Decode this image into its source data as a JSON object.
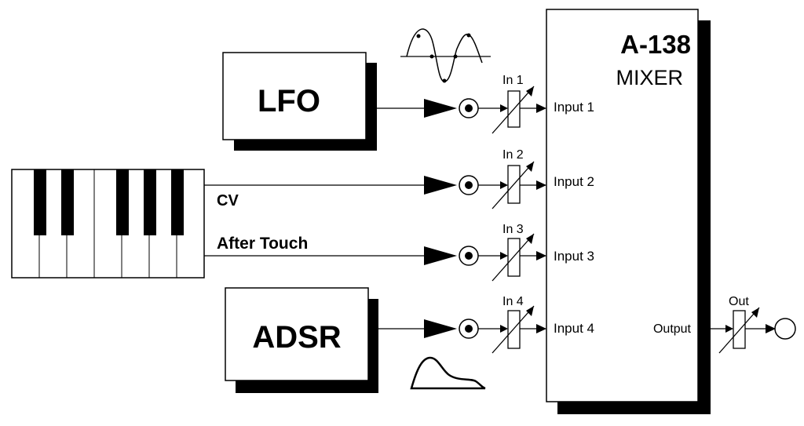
{
  "mixer": {
    "model": "A-138",
    "name": "MIXER",
    "output_label": "Output"
  },
  "sources": {
    "lfo": "LFO",
    "adsr": "ADSR",
    "cv": "CV",
    "after_touch": "After Touch"
  },
  "channels": [
    {
      "attenuator": "In 1",
      "input": "Input 1"
    },
    {
      "attenuator": "In 2",
      "input": "Input 2"
    },
    {
      "attenuator": "In 3",
      "input": "Input 3"
    },
    {
      "attenuator": "In 4",
      "input": "Input 4"
    }
  ],
  "output_attenuator": "Out"
}
